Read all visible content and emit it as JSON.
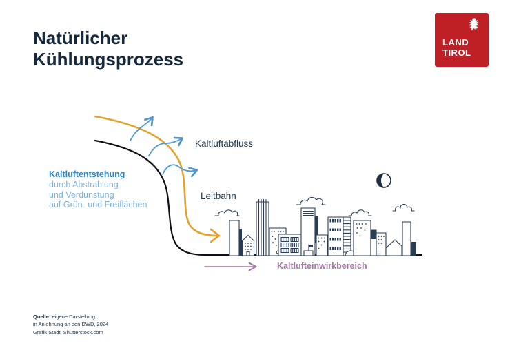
{
  "header": {
    "title_line1": "Natürlicher",
    "title_line2": "Kühlungsprozess"
  },
  "logo": {
    "line1": "LAND",
    "line2": "TIROL",
    "eagle_icon": "tyrol-eagle-icon",
    "bg_color": "#bf2025"
  },
  "diagram": {
    "labels": {
      "entstehung_title": "Kaltluftentstehung",
      "entstehung_line1": "durch Abstrahlung",
      "entstehung_line2": "und Verdunstung",
      "entstehung_line3": "auf Grün- und Freiflächen",
      "kaltluftabfluss": "Kaltluftabfluss",
      "leitbahn": "Leitbahn",
      "kaltlufteinwirkbereich": "Kaltlufteinwirkbereich"
    },
    "colors": {
      "leitbahn_flow": "#e2a22d",
      "terrain_line": "#0d1117",
      "cold_air_arrows": "#4f98d4",
      "impact_zone_arrow": "#a576a4",
      "city_outline": "#2a3d55",
      "label_dark": "#22384a",
      "label_blue_bold": "#2e84c5",
      "label_blue_light": "#7fb2d9",
      "title": "#15283c"
    },
    "icons": [
      "moon-icon",
      "cloud-icon",
      "city-skyline"
    ]
  },
  "footer": {
    "source_label": "Quelle:",
    "source_rest": " eigene Darstellung,",
    "line2": "in Anlehnung an den DWD, 2024",
    "line3": "Grafik Stadt: Shutterstock.com"
  }
}
